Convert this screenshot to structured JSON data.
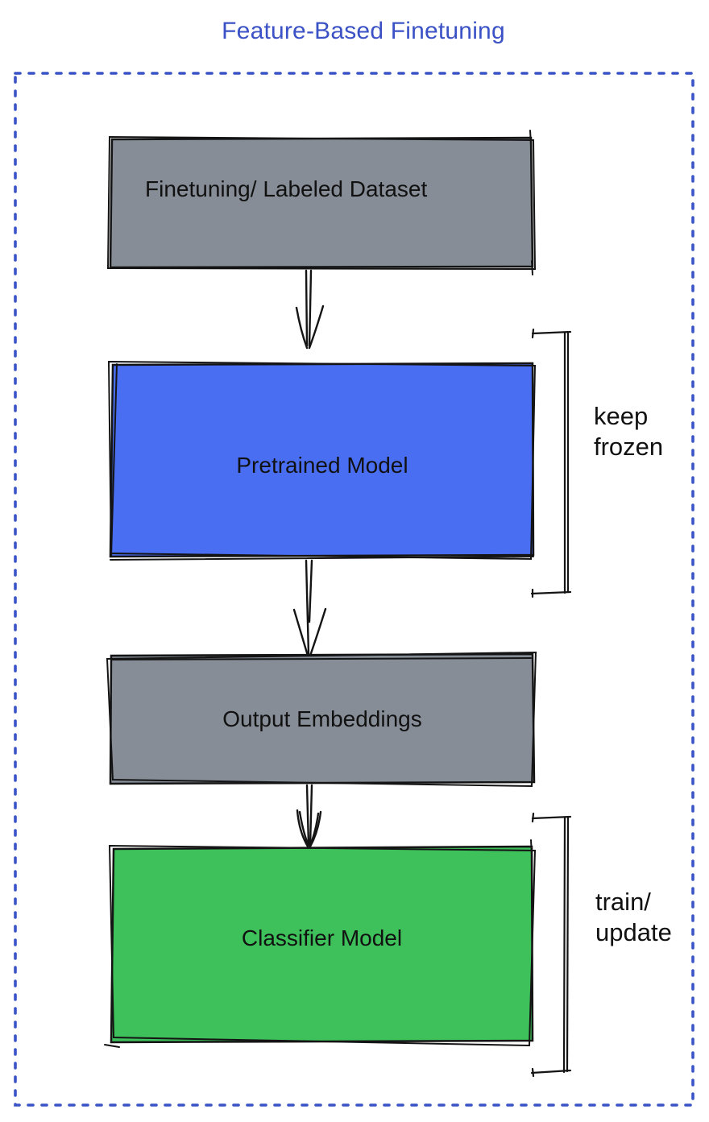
{
  "title": "Feature-Based Finetuning",
  "colors": {
    "accent": "#3b52c6",
    "boundary": "#3a53c6",
    "node_gray": "#868d96",
    "node_blue": "#4a6ef2",
    "node_green": "#3ec05b",
    "ink": "#141414"
  },
  "nodes": [
    {
      "id": "finetuning-dataset",
      "label": "Finetuning/ Labeled Dataset",
      "fill": "gray"
    },
    {
      "id": "pretrained-model",
      "label": "Pretrained Model",
      "fill": "blue"
    },
    {
      "id": "output-embeddings",
      "label": "Output Embeddings",
      "fill": "gray"
    },
    {
      "id": "classifier-model",
      "label": "Classifier Model",
      "fill": "green"
    }
  ],
  "annotations": [
    {
      "target": "pretrained-model",
      "line1": "keep",
      "line2": "frozen"
    },
    {
      "target": "classifier-model",
      "line1": "train/",
      "line2": "update"
    }
  ]
}
